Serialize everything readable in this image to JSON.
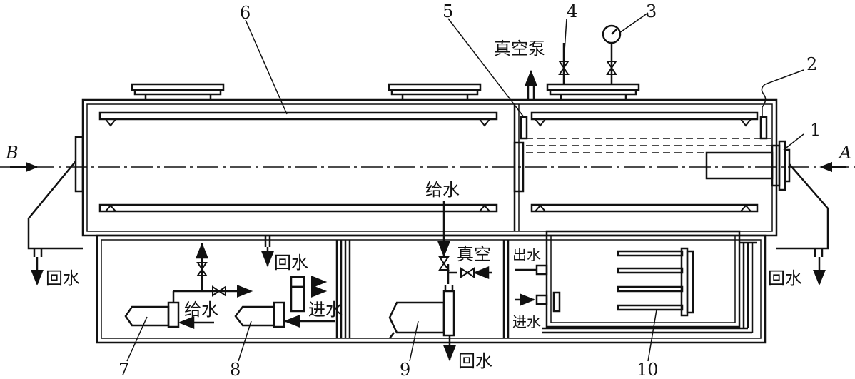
{
  "labels": {
    "callout_1": "1",
    "callout_2": "2",
    "callout_3": "3",
    "callout_4": "4",
    "callout_5": "5",
    "callout_6": "6",
    "callout_7": "7",
    "callout_8": "8",
    "callout_9": "9",
    "callout_10": "10",
    "direction_a": "A",
    "direction_b": "B",
    "vacuum_pump": "真空泵",
    "water_supply_top": "给水",
    "vacuum": "真空",
    "water_supply_mid": "给水",
    "water_inlet_mid": "进水",
    "return_water_left": "回水",
    "return_water_center": "回水",
    "return_water_bottom": "回水",
    "return_water_right": "回水",
    "water_outlet_box": "出水",
    "water_inlet_box": "进水"
  },
  "colors": {
    "line": "#111111",
    "background": "#ffffff"
  }
}
